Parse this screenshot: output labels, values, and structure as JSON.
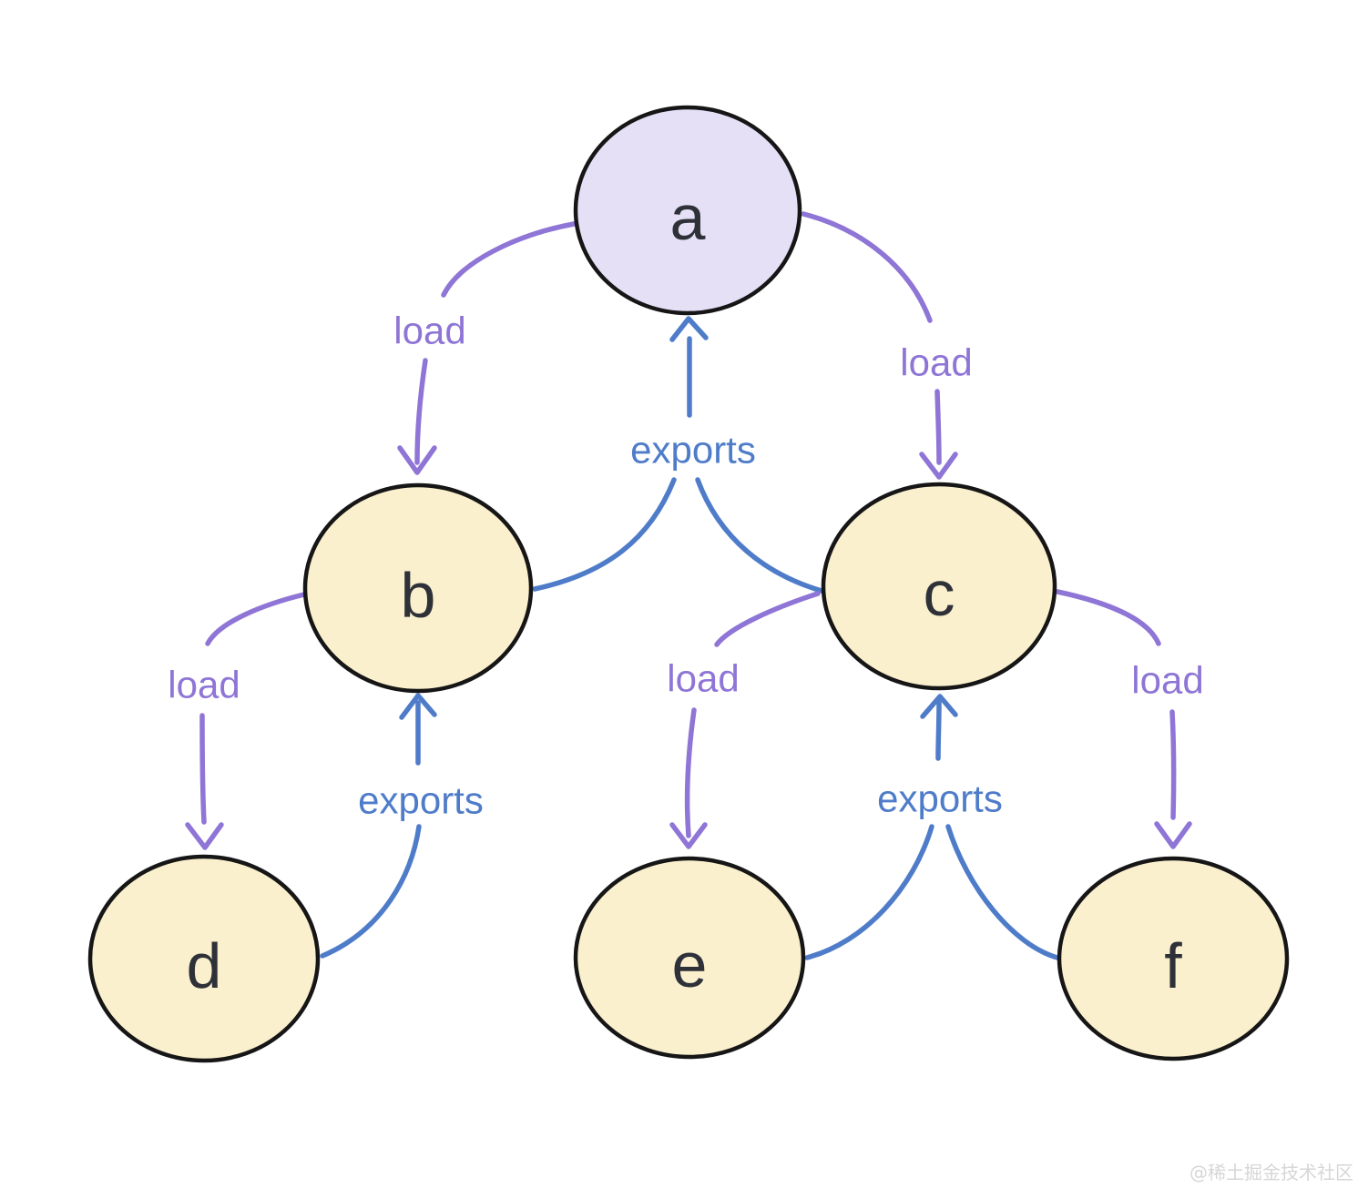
{
  "colors": {
    "background": "#FFFFFF",
    "load_edge": "#8E75D6",
    "exports_edge": "#4F7CC9",
    "node_border": "#161616",
    "node_text": "#2F3138",
    "watermark_text": "#D6D6D6"
  },
  "nodes": {
    "a": {
      "label": "a",
      "fill": "#E5E0F6"
    },
    "b": {
      "label": "b",
      "fill": "#FAF0CE"
    },
    "c": {
      "label": "c",
      "fill": "#FAF0CE"
    },
    "d": {
      "label": "d",
      "fill": "#FAF0CE"
    },
    "e": {
      "label": "e",
      "fill": "#FAF0CE"
    },
    "f": {
      "label": "f",
      "fill": "#FAF0CE"
    }
  },
  "edges": {
    "a_to_b": {
      "label": "load",
      "from": "a",
      "to": "b",
      "type": "load"
    },
    "a_to_c": {
      "label": "load",
      "from": "a",
      "to": "c",
      "type": "load"
    },
    "b_c_to_a": {
      "label": "exports",
      "from": "b, c",
      "to": "a",
      "type": "exports"
    },
    "b_to_d": {
      "label": "load",
      "from": "b",
      "to": "d",
      "type": "load"
    },
    "d_to_b": {
      "label": "exports",
      "from": "d",
      "to": "b",
      "type": "exports"
    },
    "c_to_e": {
      "label": "load",
      "from": "c",
      "to": "e",
      "type": "load"
    },
    "c_to_f": {
      "label": "load",
      "from": "c",
      "to": "f",
      "type": "load"
    },
    "e_f_to_c": {
      "label": "exports",
      "from": "e, f",
      "to": "c",
      "type": "exports"
    }
  },
  "watermark": {
    "text": "@稀土掘金技术社区"
  }
}
